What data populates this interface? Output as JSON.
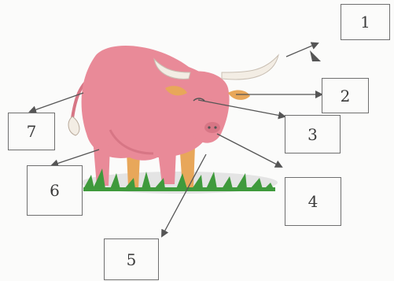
{
  "labels": [
    {
      "id": "1",
      "text": "1"
    },
    {
      "id": "2",
      "text": "2"
    },
    {
      "id": "3",
      "text": "3"
    },
    {
      "id": "4",
      "text": "4"
    },
    {
      "id": "5",
      "text": "5"
    },
    {
      "id": "6",
      "text": "6"
    },
    {
      "id": "7",
      "text": "7"
    }
  ],
  "colors": {
    "body": "#e98a98",
    "body_shadow": "#d77685",
    "horn": "#f3ede4",
    "legs_back": "#e8a75a",
    "grass": "#3f9a3c",
    "ground": "#e4e4e4",
    "arrow": "#555555",
    "box_border": "#6f6f6f"
  },
  "image": {
    "subject": "bull",
    "icon": "bull-illustration"
  }
}
